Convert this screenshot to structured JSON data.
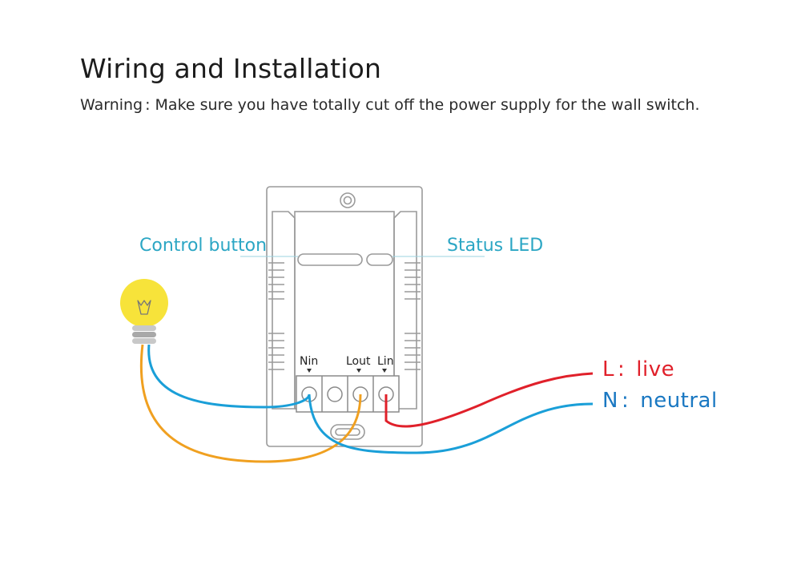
{
  "header": {
    "title": "Wiring and Installation",
    "warning_label": "Warning",
    "warning_sep": ":",
    "warning_text": "Make sure you have totally cut off the power supply for the wall switch."
  },
  "callouts": {
    "control_button": "Control button",
    "status_led": "Status LED"
  },
  "terminals": {
    "nin": "Nin",
    "lout": "Lout",
    "lin": "Lin"
  },
  "wires": {
    "live_letter": "L",
    "live_sep": ":",
    "live_label": "live",
    "neutral_letter": "N",
    "neutral_sep": ":",
    "neutral_label": "neutral"
  },
  "colors": {
    "accent_text": "#2ba6c4",
    "live_wire": "#e0202a",
    "neutral_wire": "#1a9fd8",
    "load_wire": "#f0a020",
    "bulb": "#f7e33a",
    "device_outline": "#9a9a9a"
  },
  "icons": {
    "bulb": "light-bulb-icon",
    "terminal": "screw-terminal-icon"
  }
}
